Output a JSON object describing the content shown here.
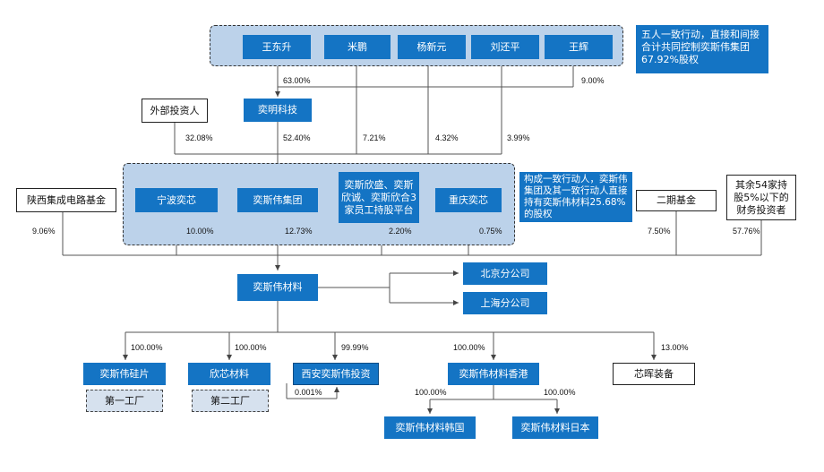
{
  "colors": {
    "box_blue": "#1474c4",
    "group_fill": "#bcd2ea",
    "line": "#555555"
  },
  "people": {
    "wang_dongsheng": "王东升",
    "mi_peng": "米鹏",
    "yang_xinyuan": "杨新元",
    "liu_huanping": "刘还平",
    "wang_hui": "王辉"
  },
  "notes": {
    "top_right": "五人一致行动，直接和间接合计共同控制奕斯伟集团67.92%股权",
    "middle": "构成一致行动人，奕斯伟集团及其一致行动人直接持有奕斯伟材料25.68%的股权"
  },
  "entities": {
    "external_investor": "外部投资人",
    "yiming_tech": "奕明科技",
    "shaanxi_fund": "陕西集成电路基金",
    "ningbo_yixin": "宁波奕芯",
    "eswin_group": "奕斯伟集团",
    "employee_platforms": "奕斯欣盛、奕斯欣诚、奕斯欣合3家员工持股平台",
    "chongqing_yixin": "重庆奕芯",
    "phase2_fund": "二期基金",
    "other_investors": "其余54家持股5%以下的财务投资者",
    "eswin_materials": "奕斯伟材料",
    "beijing_branch": "北京分公司",
    "shanghai_branch": "上海分公司",
    "eswin_wafer": "奕斯伟硅片",
    "xinxin_materials": "欣芯材料",
    "xian_investment": "西安奕斯伟投资",
    "eswin_hk": "奕斯伟材料香港",
    "xinhui_equipment": "芯晖装备",
    "factory_1": "第一工厂",
    "factory_2": "第二工厂",
    "eswin_korea": "奕斯伟材料韩国",
    "eswin_japan": "奕斯伟材料日本"
  },
  "percentages": {
    "wang_to_yiming": "63.00%",
    "wanghui_to_yiming": "9.00%",
    "external_to_group": "32.08%",
    "yiming_to_group": "52.40%",
    "mipeng_to_group": "7.21%",
    "yang_to_group": "4.32%",
    "liu_to_group": "3.99%",
    "shaanxi": "9.06%",
    "ningbo": "10.00%",
    "group": "12.73%",
    "platforms": "2.20%",
    "chongqing": "0.75%",
    "phase2": "7.50%",
    "others": "57.76%",
    "wafer": "100.00%",
    "xinxin": "100.00%",
    "xian": "99.99%",
    "hk": "100.00%",
    "xinhui": "13.00%",
    "xinxin_to_xian": "0.001%",
    "korea": "100.00%",
    "japan": "100.00%"
  }
}
